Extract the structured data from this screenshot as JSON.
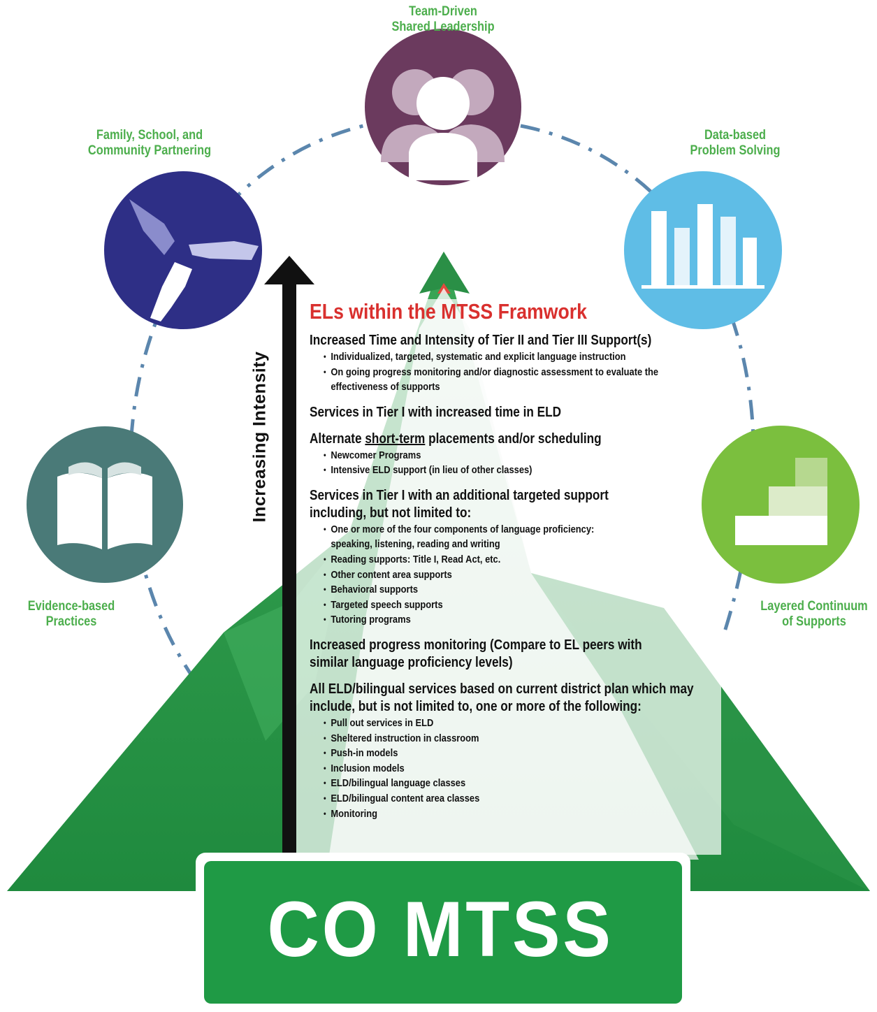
{
  "pillars": {
    "top": {
      "line1": "Team-Driven",
      "line2": "Shared Leadership",
      "icon": "people-icon",
      "color": "#6b3a5e"
    },
    "upper_left": {
      "line1": "Family, School, and",
      "line2": "Community Partnering",
      "icon": "hands-icon",
      "color": "#2e2f86"
    },
    "upper_right": {
      "line1": "Data-based",
      "line2": "Problem Solving",
      "icon": "bar-chart-icon",
      "color": "#5fbde6"
    },
    "lower_left": {
      "line1": "Evidence-based",
      "line2": "Practices",
      "icon": "book-icon",
      "color": "#4a7a78"
    },
    "lower_right": {
      "line1": "Layered Continuum",
      "line2": "of Supports",
      "icon": "stairs-icon",
      "color": "#7bbf3e"
    }
  },
  "arrow_label": "Increasing Intensity",
  "content": {
    "title": "ELs within the MTSS Framwork",
    "sections": [
      {
        "title": "Increased Time and Intensity of Tier II and Tier III Support(s)",
        "bullets": [
          "Individualized, targeted, systematic and explicit language instruction",
          "On going progress monitoring and/or diagnostic assessment to evaluate the effectiveness of supports"
        ]
      },
      {
        "title": "Services in Tier I with increased time in ELD",
        "bullets": []
      },
      {
        "title_pre": "Alternate ",
        "title_underline": "short-term",
        "title_post": " placements and/or scheduling",
        "bullets": [
          "Newcomer Programs",
          "Intensive ELD support (in lieu of other classes)"
        ]
      },
      {
        "title": "Services in Tier I with an additional targeted support including, but not limited to:",
        "bullets": [
          "One or more of the four components of language proficiency: speaking, listening, reading and writing",
          "Reading supports: Title I, Read Act, etc.",
          "Other content area supports",
          "Behavioral supports",
          "Targeted speech supports",
          "Tutoring programs"
        ]
      },
      {
        "title": "Increased progress monitoring (Compare to EL peers with similar language proficiency levels)",
        "bullets": []
      },
      {
        "title": "All ELD/bilingual services based on current district plan which may include, but is not limited to, one or more of the following:",
        "bullets": [
          "Pull out services in ELD",
          "Sheltered instruction in classroom",
          "Push-in models",
          "Inclusion models",
          "ELD/bilingual language classes",
          "ELD/bilingual content area classes",
          "Monitoring"
        ]
      }
    ]
  },
  "sign": {
    "text": "CO MTSS"
  },
  "colors": {
    "accent_green": "#4cae4c",
    "title_red": "#d9302e",
    "mountain": "#2f9a4a",
    "sign_green": "#1f9a45"
  }
}
